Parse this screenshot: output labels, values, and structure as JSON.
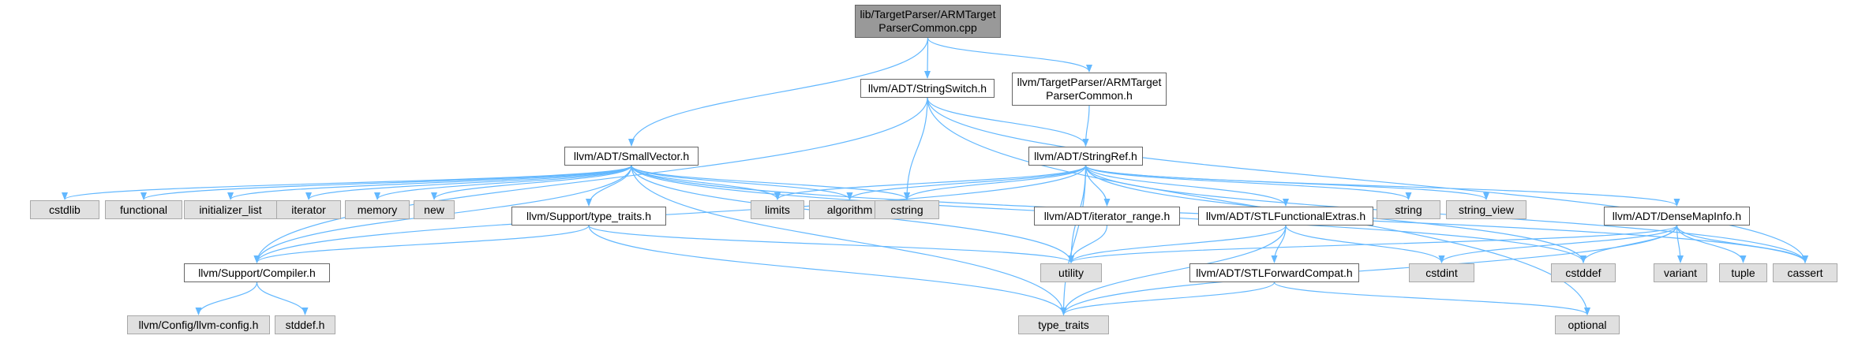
{
  "colors": {
    "edge": "#63b8ff",
    "root_fill": "#999999",
    "system_fill": "#e0e0e0",
    "user_fill": "#ffffff",
    "border": "#666666"
  },
  "nodes": [
    {
      "id": "root",
      "label": "lib/TargetParser/ARMTarget\nParserCommon.cpp",
      "kind": "root"
    },
    {
      "id": "stringswitch",
      "label": "llvm/ADT/StringSwitch.h",
      "kind": "user"
    },
    {
      "id": "armtpc_h",
      "label": "llvm/TargetParser/ARMTarget\nParserCommon.h",
      "kind": "user"
    },
    {
      "id": "smallvector",
      "label": "llvm/ADT/SmallVector.h",
      "kind": "user"
    },
    {
      "id": "stringref",
      "label": "llvm/ADT/StringRef.h",
      "kind": "user"
    },
    {
      "id": "cstdlib",
      "label": "cstdlib",
      "kind": "sys"
    },
    {
      "id": "functional",
      "label": "functional",
      "kind": "sys"
    },
    {
      "id": "initializer_list",
      "label": "initializer_list",
      "kind": "sys"
    },
    {
      "id": "iterator",
      "label": "iterator",
      "kind": "sys"
    },
    {
      "id": "memory",
      "label": "memory",
      "kind": "sys"
    },
    {
      "id": "new",
      "label": "new",
      "kind": "sys"
    },
    {
      "id": "type_traits_h",
      "label": "llvm/Support/type_traits.h",
      "kind": "user"
    },
    {
      "id": "limits",
      "label": "limits",
      "kind": "sys"
    },
    {
      "id": "algorithm",
      "label": "algorithm",
      "kind": "sys"
    },
    {
      "id": "cstring",
      "label": "cstring",
      "kind": "sys"
    },
    {
      "id": "iterator_range",
      "label": "llvm/ADT/iterator_range.h",
      "kind": "user"
    },
    {
      "id": "stlfunctional",
      "label": "llvm/ADT/STLFunctionalExtras.h",
      "kind": "user"
    },
    {
      "id": "string",
      "label": "string",
      "kind": "sys"
    },
    {
      "id": "string_view",
      "label": "string_view",
      "kind": "sys"
    },
    {
      "id": "densemapinfo",
      "label": "llvm/ADT/DenseMapInfo.h",
      "kind": "user"
    },
    {
      "id": "compiler",
      "label": "llvm/Support/Compiler.h",
      "kind": "user"
    },
    {
      "id": "utility",
      "label": "utility",
      "kind": "sys"
    },
    {
      "id": "stlforward",
      "label": "llvm/ADT/STLForwardCompat.h",
      "kind": "user"
    },
    {
      "id": "cstdint",
      "label": "cstdint",
      "kind": "sys"
    },
    {
      "id": "cstddef",
      "label": "cstddef",
      "kind": "sys"
    },
    {
      "id": "variant",
      "label": "variant",
      "kind": "sys"
    },
    {
      "id": "tuple",
      "label": "tuple",
      "kind": "sys"
    },
    {
      "id": "cassert",
      "label": "cassert",
      "kind": "sys"
    },
    {
      "id": "llvmconfig",
      "label": "llvm/Config/llvm-config.h",
      "kind": "sys"
    },
    {
      "id": "stddef_h",
      "label": "stddef.h",
      "kind": "sys"
    },
    {
      "id": "type_traits",
      "label": "type_traits",
      "kind": "sys"
    },
    {
      "id": "optional",
      "label": "optional",
      "kind": "sys"
    }
  ],
  "edges": [
    [
      "root",
      "smallvector"
    ],
    [
      "root",
      "stringswitch"
    ],
    [
      "root",
      "armtpc_h"
    ],
    [
      "stringswitch",
      "compiler"
    ],
    [
      "stringswitch",
      "stringref"
    ],
    [
      "stringswitch",
      "cstring"
    ],
    [
      "stringswitch",
      "cassert"
    ],
    [
      "stringswitch",
      "optional"
    ],
    [
      "armtpc_h",
      "stringref"
    ],
    [
      "smallvector",
      "compiler"
    ],
    [
      "smallvector",
      "type_traits_h"
    ],
    [
      "smallvector",
      "algorithm"
    ],
    [
      "smallvector",
      "cassert"
    ],
    [
      "smallvector",
      "cstddef"
    ],
    [
      "smallvector",
      "cstdlib"
    ],
    [
      "smallvector",
      "cstring"
    ],
    [
      "smallvector",
      "functional"
    ],
    [
      "smallvector",
      "initializer_list"
    ],
    [
      "smallvector",
      "iterator"
    ],
    [
      "smallvector",
      "limits"
    ],
    [
      "smallvector",
      "memory"
    ],
    [
      "smallvector",
      "new"
    ],
    [
      "smallvector",
      "type_traits"
    ],
    [
      "smallvector",
      "utility"
    ],
    [
      "stringref",
      "densemapinfo"
    ],
    [
      "stringref",
      "stlfunctional"
    ],
    [
      "stringref",
      "iterator_range"
    ],
    [
      "stringref",
      "compiler"
    ],
    [
      "stringref",
      "algorithm"
    ],
    [
      "stringref",
      "cassert"
    ],
    [
      "stringref",
      "cstddef"
    ],
    [
      "stringref",
      "cstring"
    ],
    [
      "stringref",
      "limits"
    ],
    [
      "stringref",
      "string"
    ],
    [
      "stringref",
      "string_view"
    ],
    [
      "stringref",
      "type_traits"
    ],
    [
      "stringref",
      "utility"
    ],
    [
      "type_traits_h",
      "compiler"
    ],
    [
      "type_traits_h",
      "type_traits"
    ],
    [
      "type_traits_h",
      "utility"
    ],
    [
      "compiler",
      "llvmconfig"
    ],
    [
      "compiler",
      "stddef_h"
    ],
    [
      "iterator_range",
      "utility"
    ],
    [
      "stlfunctional",
      "stlforward"
    ],
    [
      "stlfunctional",
      "cstdint"
    ],
    [
      "stlfunctional",
      "type_traits"
    ],
    [
      "stlfunctional",
      "utility"
    ],
    [
      "stlforward",
      "optional"
    ],
    [
      "stlforward",
      "type_traits"
    ],
    [
      "densemapinfo",
      "cassert"
    ],
    [
      "densemapinfo",
      "cstddef"
    ],
    [
      "densemapinfo",
      "cstdint"
    ],
    [
      "densemapinfo",
      "tuple"
    ],
    [
      "densemapinfo",
      "type_traits"
    ],
    [
      "densemapinfo",
      "utility"
    ],
    [
      "densemapinfo",
      "variant"
    ]
  ]
}
